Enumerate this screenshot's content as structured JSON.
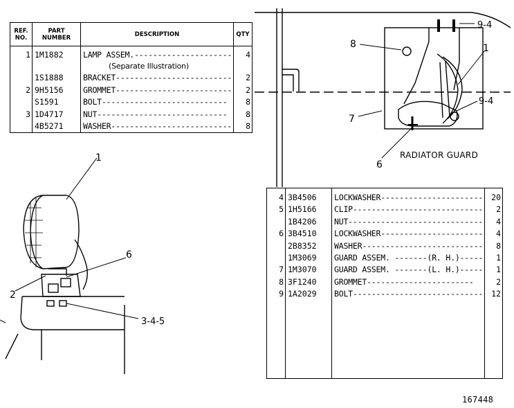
{
  "parts_table_1": {
    "headers": {
      "ref": "REF. NO.",
      "part": "PART NUMBER",
      "description": "DESCRIPTION",
      "qty": "QTY"
    },
    "rows": [
      {
        "ref": "1",
        "part": "1M1882",
        "description": "LAMP ASSEM.",
        "qty": "4"
      },
      {
        "ref": "",
        "part": "",
        "description": "(Separate Illustration)",
        "qty": ""
      },
      {
        "ref": "",
        "part": "1S1888",
        "description": "BRACKET",
        "qty": "2"
      },
      {
        "ref": "2",
        "part": "9H5156",
        "description": "GROMMET",
        "qty": "2"
      },
      {
        "ref": "",
        "part": "S1591",
        "description": "BOLT",
        "qty": "8"
      },
      {
        "ref": "3",
        "part": "1D4717",
        "description": "NUT",
        "qty": "8"
      },
      {
        "ref": "",
        "part": "4B5271",
        "description": "WASHER",
        "qty": "8"
      }
    ]
  },
  "parts_table_2": {
    "rows": [
      {
        "ref": "4",
        "part": "3B4506",
        "description": "LOCKWASHER",
        "qty": "20"
      },
      {
        "ref": "5",
        "part": "1H5166",
        "description": "CLIP",
        "qty": "2"
      },
      {
        "ref": "",
        "part": "1B4206",
        "description": "NUT",
        "qty": "4"
      },
      {
        "ref": "6",
        "part": "3B4510",
        "description": "LOCKWASHER",
        "qty": "4"
      },
      {
        "ref": "",
        "part": "2B8352",
        "description": "WASHER",
        "qty": "8"
      },
      {
        "ref": "",
        "part": "1M3069",
        "description": "GUARD ASSEM. -------(R. H.)",
        "qty": "1"
      },
      {
        "ref": "7",
        "part": "1M3070",
        "description": "GUARD ASSEM. -------(L. H.)",
        "qty": "1"
      },
      {
        "ref": "8",
        "part": "3F1240",
        "description": "GROMMET",
        "qty": "2"
      },
      {
        "ref": "9",
        "part": "1A2029",
        "description": "BOLT",
        "qty": "12"
      }
    ]
  },
  "callouts": {
    "guard_8": "8",
    "guard_9_4_top": "9-4",
    "guard_1": "1",
    "guard_9_4_mid": "9-4",
    "guard_7": "7",
    "guard_6": "6",
    "lamp_1": "1",
    "lamp_6": "6",
    "lamp_2": "2",
    "lamp_3_4_5": "3-4-5"
  },
  "captions": {
    "radiator_guard": "RADIATOR GUARD",
    "figure_number": "167448"
  }
}
